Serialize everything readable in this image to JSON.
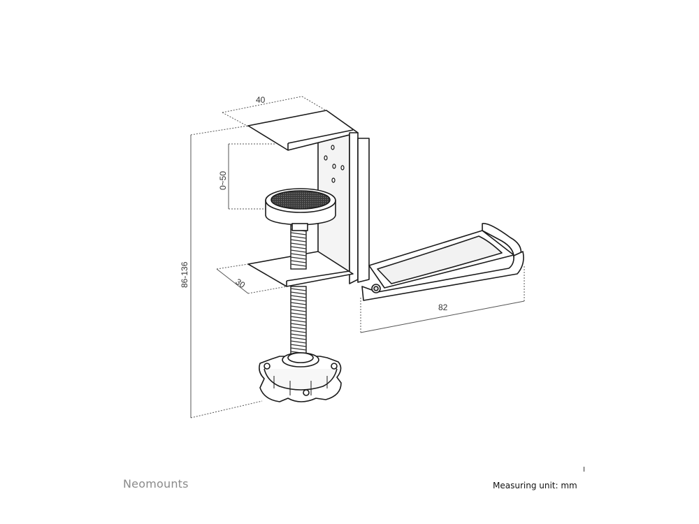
{
  "dimensions": {
    "top_width": "40",
    "clamp_opening": "0~50",
    "total_height": "86-136",
    "bottom_depth": "30",
    "hook_length": "82"
  },
  "footer": {
    "brand": "Neomounts",
    "measuring_unit": "Measuring unit: mm",
    "corner_mark": "I"
  },
  "colors": {
    "line": "#1a1a1a",
    "dimension_line": "#555555",
    "brand_text": "#8a8a8a"
  }
}
